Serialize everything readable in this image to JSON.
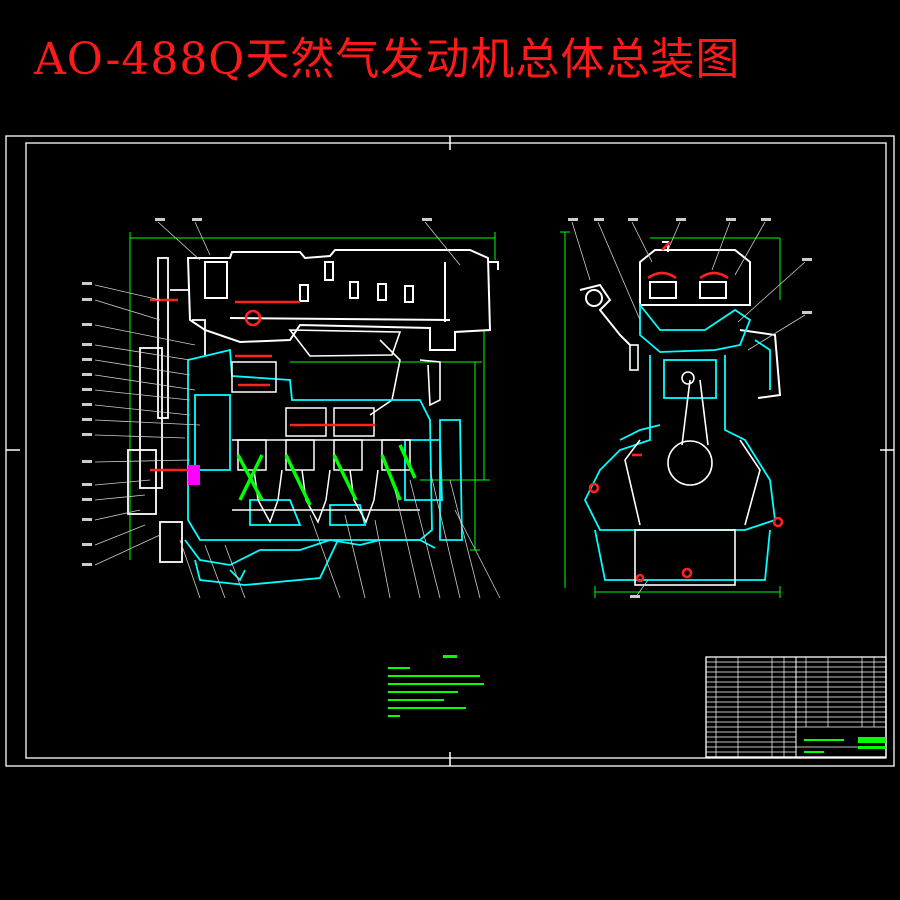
{
  "title": "AO-488Q天然气发动机总体总装图",
  "colors": {
    "background": "#000000",
    "title": "#ff1a1a",
    "frame": "#ffffff",
    "cut_section": "#00ffff",
    "dimension": "#00ff00",
    "highlight": "#ff2222",
    "accent": "#ff00ff",
    "leader": "#cccccc"
  },
  "icons": {
    "left_view": "engine-side-section-view",
    "right_view": "engine-cross-section-view",
    "notes": "technical-requirements-block",
    "title_block": "parts-list-title-block"
  }
}
